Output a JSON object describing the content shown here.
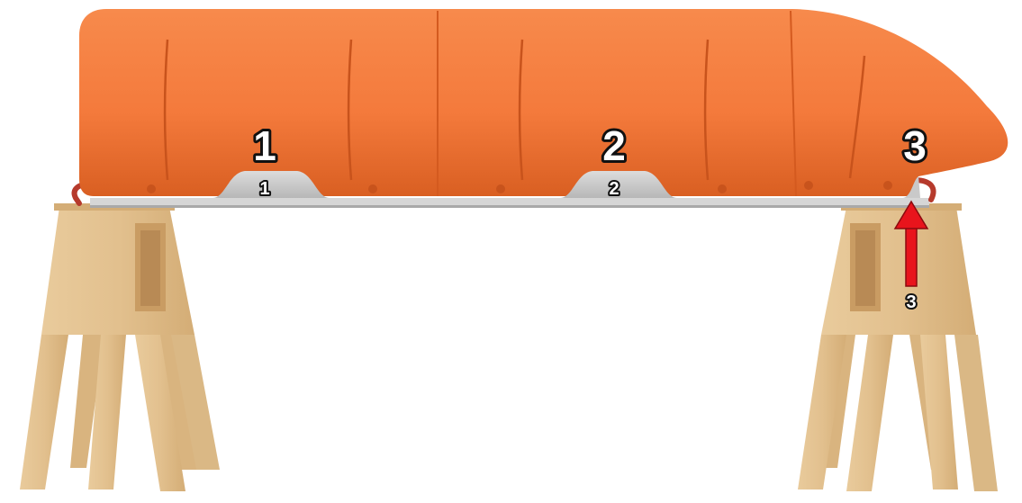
{
  "callouts": [
    {
      "big": "1",
      "small": "1"
    },
    {
      "big": "2",
      "small": "2"
    },
    {
      "big": "3",
      "small": "3"
    }
  ],
  "colors": {
    "pod_body": "#f47a3c",
    "pod_shadow": "#d95f22",
    "slider_pad": "#c9c9c9",
    "rail": "#d6d6d6",
    "wood": "#e2c08e",
    "wood_dark": "#c99c63",
    "arrow": "#e8141c",
    "handle": "#b63a2c"
  },
  "icons": {
    "arrow": "up-arrow-icon"
  }
}
